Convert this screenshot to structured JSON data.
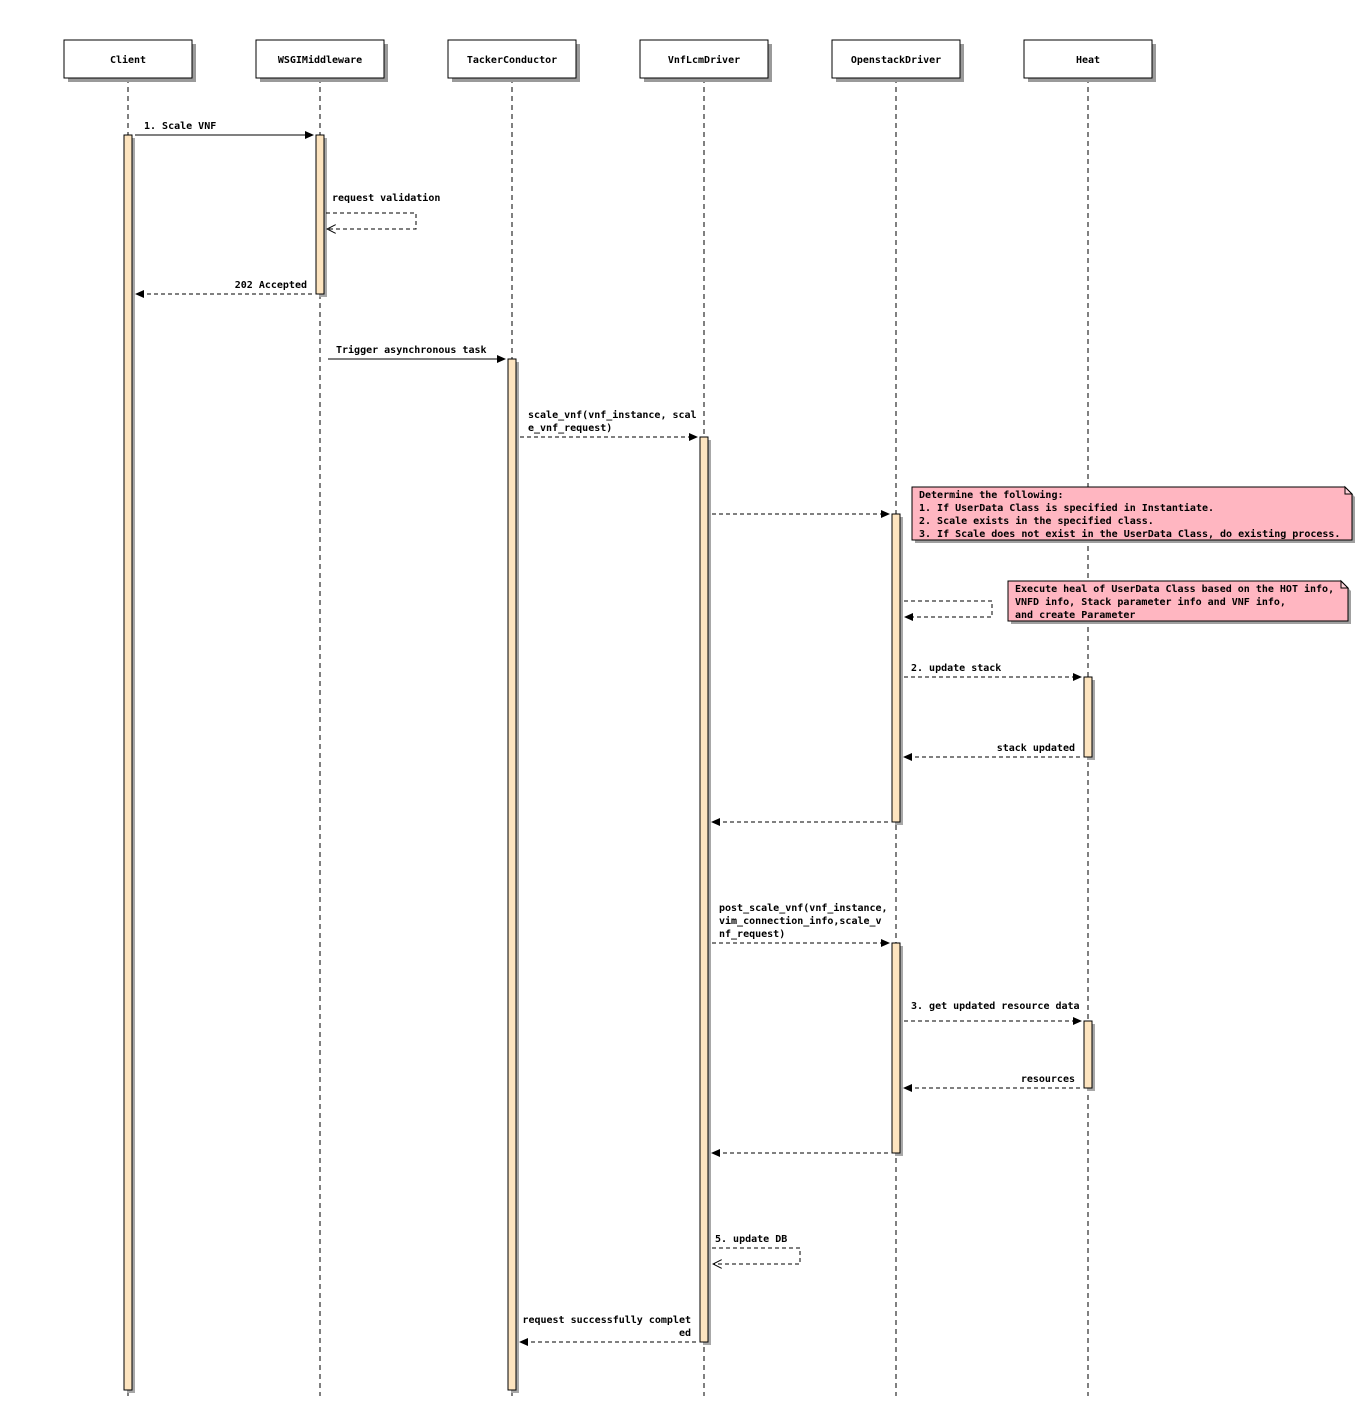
{
  "diagram": {
    "type": "sequence",
    "actors": [
      {
        "id": "client",
        "label": "Client"
      },
      {
        "id": "wsgi",
        "label": "WSGIMiddleware"
      },
      {
        "id": "tacker",
        "label": "TackerConductor"
      },
      {
        "id": "vnflcm",
        "label": "VnfLcmDriver"
      },
      {
        "id": "openstack",
        "label": "OpenstackDriver"
      },
      {
        "id": "heat",
        "label": "Heat"
      }
    ],
    "messages": [
      {
        "id": "scale-vnf",
        "from": "client",
        "to": "wsgi",
        "style": "solid",
        "label": [
          "1. Scale VNF"
        ]
      },
      {
        "id": "request-validation",
        "from": "wsgi",
        "to": "wsgi",
        "style": "self-open",
        "label": [
          "request validation"
        ]
      },
      {
        "id": "accepted",
        "from": "wsgi",
        "to": "client",
        "style": "dashed",
        "label": [
          "202 Accepted"
        ]
      },
      {
        "id": "trigger-async",
        "from": "wsgi",
        "to": "tacker",
        "style": "solid",
        "label": [
          "Trigger asynchronous task"
        ]
      },
      {
        "id": "scale-vnf-call",
        "from": "tacker",
        "to": "vnflcm",
        "style": "dashed",
        "label": [
          "scale_vnf(vnf_instance, scal",
          "e_vnf_request)"
        ]
      },
      {
        "id": "lcm-to-openstack",
        "from": "vnflcm",
        "to": "openstack",
        "style": "dashed",
        "label": []
      },
      {
        "id": "execute-heal",
        "from": "openstack",
        "to": "openstack",
        "style": "self-dashed",
        "label": []
      },
      {
        "id": "update-stack",
        "from": "openstack",
        "to": "heat",
        "style": "dashed",
        "label": [
          "2. update stack"
        ]
      },
      {
        "id": "stack-updated",
        "from": "heat",
        "to": "openstack",
        "style": "dashed",
        "label": [
          "stack updated"
        ]
      },
      {
        "id": "openstack-return-1",
        "from": "openstack",
        "to": "vnflcm",
        "style": "dashed",
        "label": []
      },
      {
        "id": "post-scale-vnf",
        "from": "vnflcm",
        "to": "openstack",
        "style": "dashed",
        "label": [
          "post_scale_vnf(vnf_instance,",
          " vim_connection_info,scale_v",
          "nf_request)"
        ]
      },
      {
        "id": "get-resource-data",
        "from": "openstack",
        "to": "heat",
        "style": "dashed",
        "label": [
          "3. get updated resource data"
        ]
      },
      {
        "id": "resources",
        "from": "heat",
        "to": "openstack",
        "style": "dashed",
        "label": [
          "resources"
        ]
      },
      {
        "id": "openstack-return-2",
        "from": "openstack",
        "to": "vnflcm",
        "style": "dashed",
        "label": []
      },
      {
        "id": "update-db",
        "from": "vnflcm",
        "to": "vnflcm",
        "style": "self-open",
        "label": [
          "5. update DB"
        ]
      },
      {
        "id": "request-completed",
        "from": "vnflcm",
        "to": "tacker",
        "style": "dashed",
        "label": [
          "request successfully complet",
          "ed"
        ]
      }
    ],
    "notes": [
      {
        "id": "determine-note",
        "lines": [
          "Determine the following:",
          "1. If UserData Class is specified in Instantiate.",
          "2. Scale exists in the specified class.",
          "3. If Scale does not exist in the UserData Class, do existing process."
        ]
      },
      {
        "id": "execute-heal-note",
        "lines": [
          "Execute heal of UserData Class based on the HOT info,",
          "VNFD info, Stack parameter info and VNF info,",
          "and create Parameter"
        ]
      }
    ]
  }
}
